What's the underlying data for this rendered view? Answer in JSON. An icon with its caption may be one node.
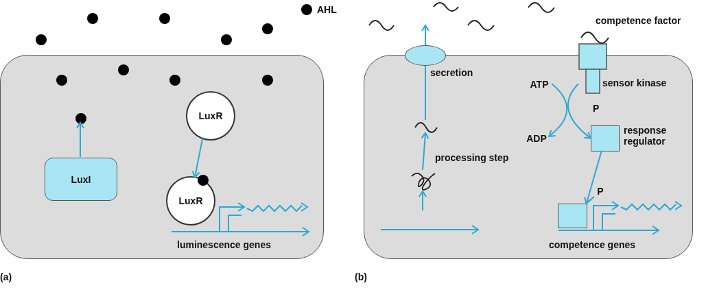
{
  "diagram": {
    "nodes": [
      {
        "text": [],
        "shape": "box"
      },
      {
        "text": [
          "LuxI"
        ],
        "in": 0
      },
      {
        "text": [],
        "shape": "circle",
        "in": 0
      },
      {
        "text": [
          "LuxR"
        ],
        "in": 0
      },
      {
        "text": [
          "LuxR"
        ],
        "in": 0
      },
      {
        "text": [],
        "shape": "box"
      },
      {
        "text": [],
        "shape": "ellipse",
        "beside": [
          "secretion"
        ]
      },
      {
        "text": [],
        "shape": "wave",
        "in": 5
      },
      {
        "text": [],
        "shape": "coil",
        "in": 5
      },
      {
        "text": [],
        "shape": "receptor",
        "beside": [
          "sensor kinase"
        ]
      },
      {
        "text": [],
        "shape": "box",
        "in": 5,
        "beside": [
          "response regulator"
        ]
      },
      {
        "text": [],
        "shape": "box",
        "in": 5
      },
      {
        "text": [
          "P"
        ],
        "in": 5
      },
      {
        "text": [
          "ATP"
        ],
        "in": 5
      },
      {
        "text": [
          "ADP"
        ],
        "in": 5
      }
    ],
    "edges": [
      {
        "from": 1,
        "to": 2,
        "arrow": "to"
      },
      {
        "from": 3,
        "to": 4,
        "arrow": "to"
      },
      {
        "from": null,
        "to": 8,
        "arrow": "to"
      },
      {
        "from": 8,
        "to": 7,
        "arrow": "to",
        "label": "processing step"
      },
      {
        "from": 7,
        "to": 6,
        "arrow": "none"
      },
      {
        "from": 6,
        "to": null,
        "arrow": "to"
      },
      {
        "from": 13,
        "to": 14,
        "arrow": "to"
      },
      {
        "from": 9,
        "to": 10,
        "arrow": "to",
        "label": "P"
      },
      {
        "from": 10,
        "to": 11,
        "arrow": "to"
      },
      {
        "from": 12,
        "to": 11,
        "arrow": "none"
      }
    ],
    "labels": [
      "competence factor",
      "luminescence genes",
      "competence genes",
      "(a)",
      "(b)"
    ],
    "legend": [
      {
        "text": "AHL"
      }
    ]
  }
}
